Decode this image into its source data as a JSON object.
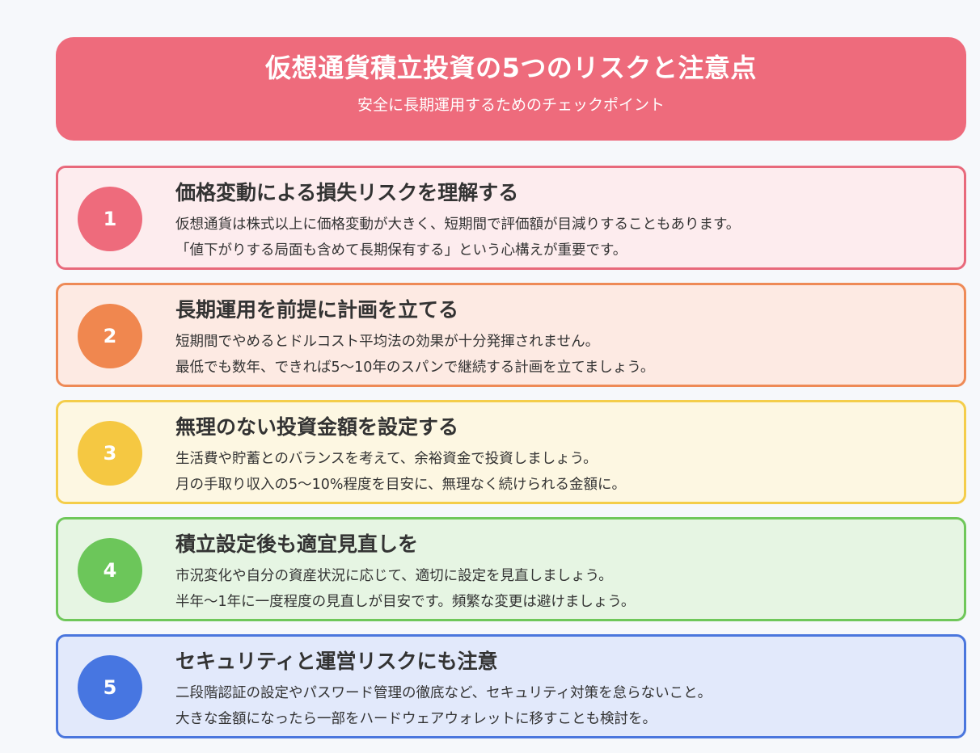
{
  "header": {
    "title": "仮想通貨積立投資の5つのリスクと注意点",
    "subtitle": "安全に長期運用するためのチェックポイント"
  },
  "colors": {
    "header_bg": "#ee6b7c",
    "card1_border": "#e8697b",
    "card1_bg": "#fdecee",
    "card1_circle": "#ee6b7c",
    "card2_border": "#ee8a56",
    "card2_bg": "#fdeae3",
    "card2_circle": "#f0874f",
    "card3_border": "#f4cd4a",
    "card3_bg": "#fdf7e2",
    "card3_circle": "#f5c842",
    "card4_border": "#6fc75a",
    "card4_bg": "#e6f5e3",
    "card4_circle": "#6cc65a",
    "card5_border": "#4a76dd",
    "card5_bg": "#e2e9fb",
    "card5_circle": "#4776e1"
  },
  "items": [
    {
      "number": "1",
      "title": "価格変動による損失リスクを理解する",
      "line1": "仮想通貨は株式以上に価格変動が大きく、短期間で評価額が目減りすることもあります。",
      "line2": "「値下がりする局面も含めて長期保有する」という心構えが重要です。"
    },
    {
      "number": "2",
      "title": "長期運用を前提に計画を立てる",
      "line1": "短期間でやめるとドルコスト平均法の効果が十分発揮されません。",
      "line2": "最低でも数年、できれば5〜10年のスパンで継続する計画を立てましょう。"
    },
    {
      "number": "3",
      "title": "無理のない投資金額を設定する",
      "line1": "生活費や貯蓄とのバランスを考えて、余裕資金で投資しましょう。",
      "line2": "月の手取り収入の5〜10%程度を目安に、無理なく続けられる金額に。"
    },
    {
      "number": "4",
      "title": "積立設定後も適宜見直しを",
      "line1": "市況変化や自分の資産状況に応じて、適切に設定を見直しましょう。",
      "line2": "半年〜1年に一度程度の見直しが目安です。頻繁な変更は避けましょう。"
    },
    {
      "number": "5",
      "title": "セキュリティと運営リスクにも注意",
      "line1": "二段階認証の設定やパスワード管理の徹底など、セキュリティ対策を怠らないこと。",
      "line2": "大きな金額になったら一部をハードウェアウォレットに移すことも検討を。"
    }
  ]
}
